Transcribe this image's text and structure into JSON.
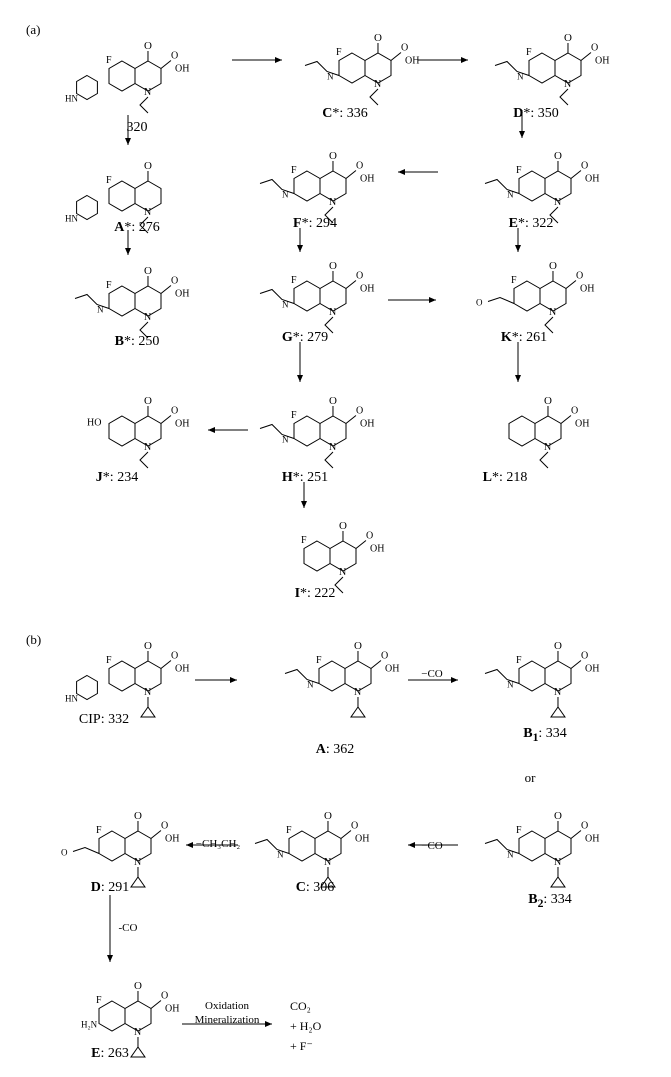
{
  "panel_a": {
    "label": "(a)",
    "compounds": [
      {
        "id": "P",
        "letter": "",
        "star": "",
        "mz": "320"
      },
      {
        "id": "C",
        "letter": "C",
        "star": "*",
        "mz": "336"
      },
      {
        "id": "D",
        "letter": "D",
        "star": "*",
        "mz": "350"
      },
      {
        "id": "A",
        "letter": "A",
        "star": "*",
        "mz": "276"
      },
      {
        "id": "F",
        "letter": "F",
        "star": "*",
        "mz": "294"
      },
      {
        "id": "E",
        "letter": "E",
        "star": "*",
        "mz": "322"
      },
      {
        "id": "B",
        "letter": "B",
        "star": "*",
        "mz": "250"
      },
      {
        "id": "G",
        "letter": "G",
        "star": "*",
        "mz": "279"
      },
      {
        "id": "K",
        "letter": "K",
        "star": "*",
        "mz": "261"
      },
      {
        "id": "J",
        "letter": "J",
        "star": "*",
        "mz": "234"
      },
      {
        "id": "H",
        "letter": "H",
        "star": "*",
        "mz": "251"
      },
      {
        "id": "L",
        "letter": "L",
        "star": "*",
        "mz": "218"
      },
      {
        "id": "I",
        "letter": "I",
        "star": "*",
        "mz": "222"
      }
    ]
  },
  "panel_b": {
    "label": "(b)",
    "compounds": [
      {
        "id": "CIP",
        "letter": "CIP",
        "sub": "",
        "mz": "332"
      },
      {
        "id": "A",
        "letter": "A",
        "sub": "",
        "mz": "362"
      },
      {
        "id": "B1",
        "letter": "B",
        "sub": "1",
        "mz": "334"
      },
      {
        "id": "B2",
        "letter": "B",
        "sub": "2",
        "mz": "334"
      },
      {
        "id": "C",
        "letter": "C",
        "sub": "",
        "mz": "306"
      },
      {
        "id": "D",
        "letter": "D",
        "sub": "",
        "mz": "291"
      },
      {
        "id": "E",
        "letter": "E",
        "sub": "",
        "mz": "263"
      }
    ],
    "or_text": "or",
    "arrow_labels": {
      "a_to_b1": "−CO",
      "b2_to_c": "−CO",
      "c_to_d": "−CH₃CH₂",
      "d_to_e": "-CO",
      "e_oxidation_line1": "Oxidation",
      "e_oxidation_line2": "Mineralization"
    },
    "products": [
      "CO₂",
      "+ H₂O",
      "+ F⁻"
    ]
  }
}
